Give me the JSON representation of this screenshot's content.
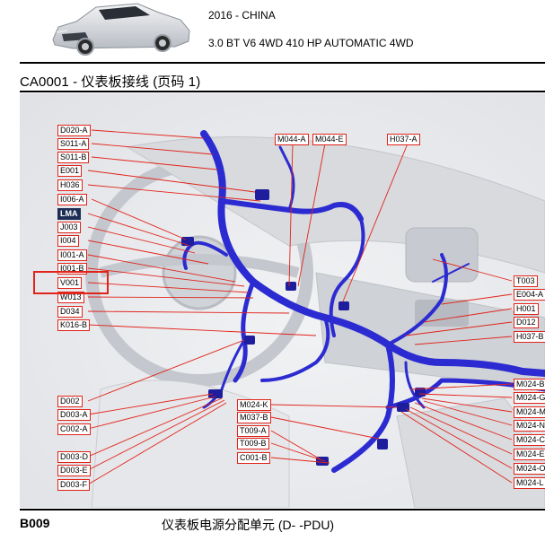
{
  "vehicle": {
    "model_year": "2016 - CHINA",
    "engine_spec": "3.0 BT V6 4WD 410 HP AUTOMATIC 4WD"
  },
  "page": {
    "title": "CA0001 - 仪表板接线 (页码 1)"
  },
  "diagram": {
    "wire_color": "#2b2bd1",
    "leader_color": "#e2231a",
    "left_labels": [
      "D020-A",
      "S011-A",
      "S011-B",
      "E001",
      "H036",
      "I006-A",
      "LMA",
      "J003",
      "I004",
      "I001-A",
      "I001-B",
      "V001",
      "W013",
      "D034",
      "K016-B"
    ],
    "bottom_left_labels": [
      "D002",
      "D003-A",
      "C002-A",
      "D003-D",
      "D003-E",
      "D003-F"
    ],
    "top_labels": [
      "M044-A",
      "M044-E",
      "H037-A"
    ],
    "right_labels": [
      "T003",
      "E004-A",
      "H001",
      "D012",
      "H037-B",
      "M024-B",
      "M024-G",
      "M024-M",
      "M024-N",
      "M024-C",
      "M024-E",
      "M024-O",
      "M024-L"
    ],
    "center_labels": [
      "M024-K",
      "M037-B",
      "T009-A",
      "T009-B",
      "C001-B"
    ],
    "highlighted_label": "V001"
  },
  "footer": {
    "code": "B009",
    "description": "仪表板电源分配单元 (D- -PDU)"
  }
}
